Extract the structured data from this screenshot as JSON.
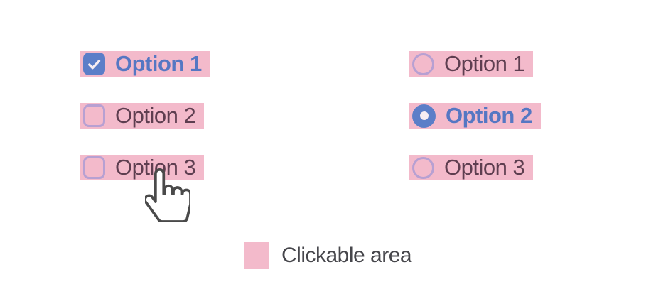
{
  "colors": {
    "highlight_pink": "#f3bacb",
    "accent_blue": "#5b7ec8",
    "selected_text_blue": "#5577c3",
    "control_lavender": "#b7a0d2",
    "label_plum": "#5e3e50",
    "legend_text_gray": "#47474c",
    "cursor_outline_gray": "#4a4a4a",
    "check_white": "#f7edf2"
  },
  "checkbox_group": {
    "items": [
      {
        "label": "Option 1",
        "checked": true
      },
      {
        "label": "Option 2",
        "checked": false
      },
      {
        "label": "Option 3",
        "checked": false
      }
    ]
  },
  "radio_group": {
    "items": [
      {
        "label": "Option 1",
        "selected": false
      },
      {
        "label": "Option 2",
        "selected": true
      },
      {
        "label": "Option 3",
        "selected": false
      }
    ]
  },
  "cursor": {
    "type": "pointer-hand",
    "over": "Option 3 checkbox row"
  },
  "legend": {
    "label": "Clickable area"
  }
}
